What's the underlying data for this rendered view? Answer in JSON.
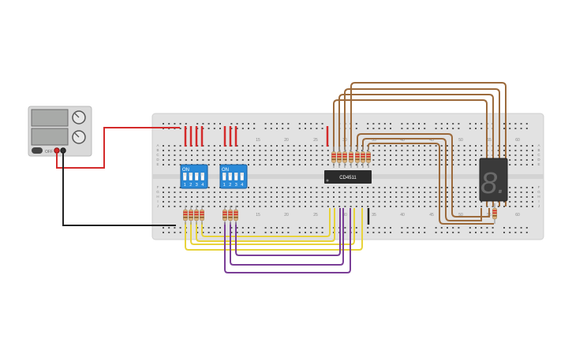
{
  "power_supply": {
    "display_top": "",
    "display_bottom": "",
    "off_label": "OFF"
  },
  "breadboard": {
    "column_numbers": [
      "15",
      "20",
      "25",
      "30",
      "35",
      "40",
      "45",
      "50",
      "55",
      "60"
    ],
    "row_letters_top": [
      "A",
      "B",
      "C",
      "D",
      "E"
    ],
    "row_letters_bottom": [
      "F",
      "G",
      "H",
      "I",
      "J"
    ]
  },
  "dip_switch_1": {
    "on_label": "ON",
    "positions": [
      "1",
      "2",
      "3",
      "4"
    ]
  },
  "dip_switch_2": {
    "on_label": "ON",
    "positions": [
      "1",
      "2",
      "3",
      "4"
    ]
  },
  "ic": {
    "label": "CD4511"
  },
  "display": {
    "digit": "8."
  },
  "colors": {
    "red_wire": "#d42a2a",
    "black_wire": "#222222",
    "yellow_wire": "#e8d33a",
    "purple_wire": "#7a3e97",
    "brown_wire": "#9c6a3b",
    "dip_blue": "#2a8ad8"
  }
}
